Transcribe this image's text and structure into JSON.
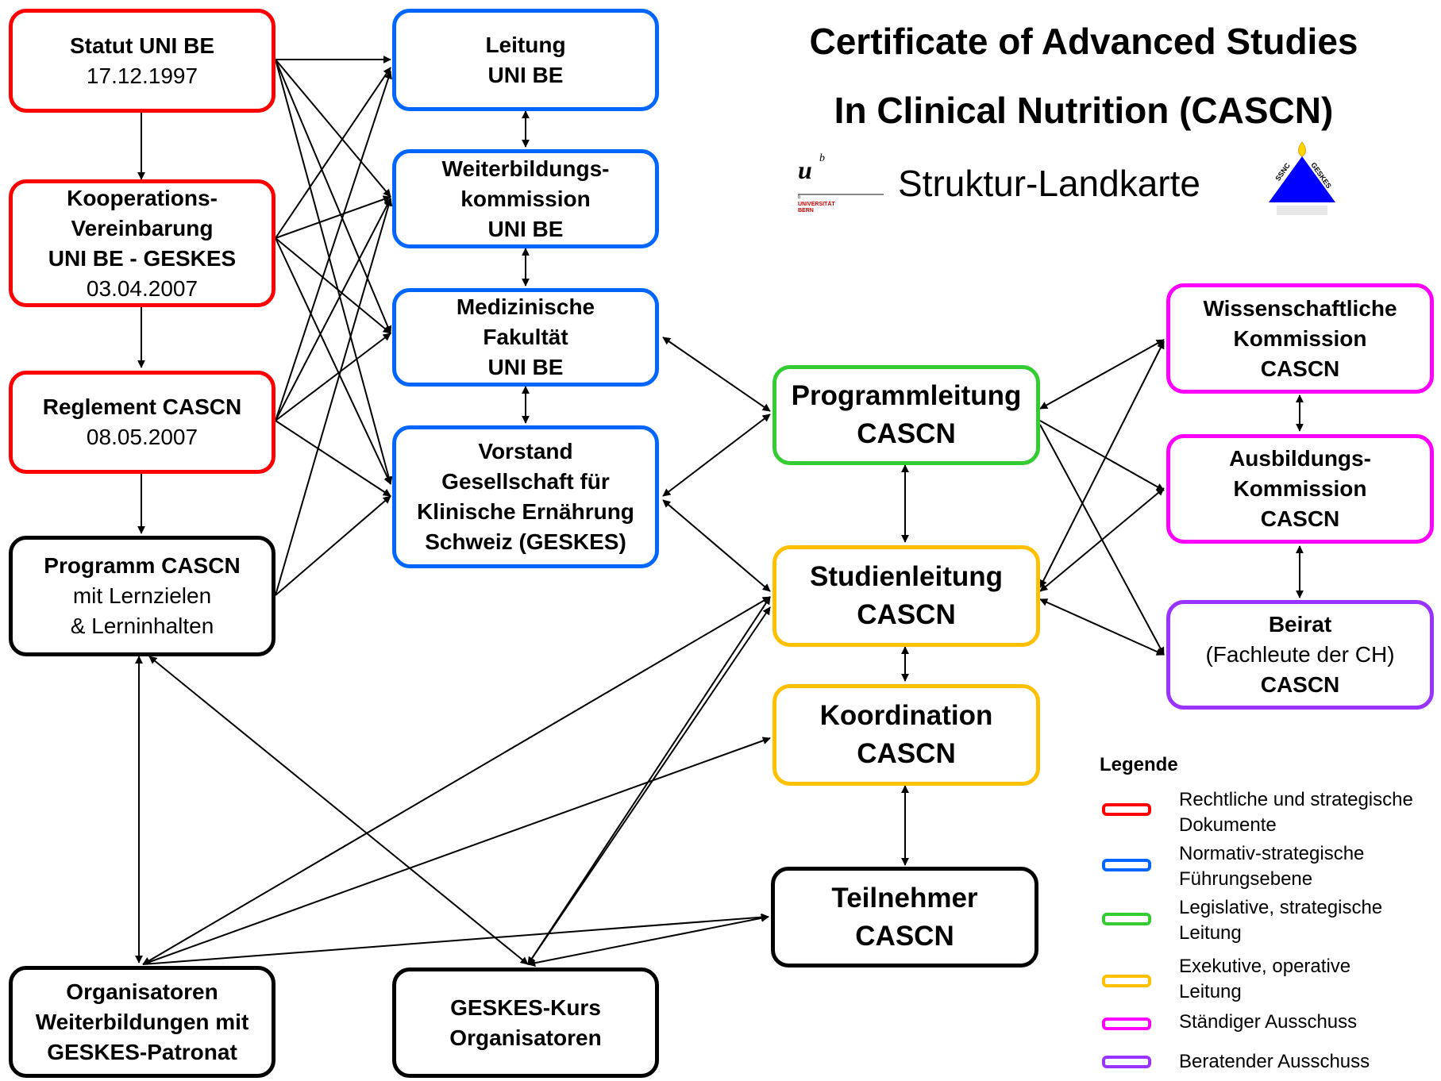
{
  "header": {
    "title_line1": "Certificate of Advanced Studies",
    "title_line2": "In Clinical Nutrition (CASCN)",
    "subtitle": "Struktur-Landkarte",
    "unibe_logo": {
      "letter": "u",
      "superscript": "b",
      "small_b": "b",
      "text_line1": "UNIVERSITÄT",
      "text_line2": "BERN"
    },
    "geskes_logo": {
      "left_text": "SSNC",
      "right_text": "GESKES",
      "triangle_color": "#0000ff",
      "flame_color": "#ffd700"
    }
  },
  "colors": {
    "red": "#ff0000",
    "blue": "#0066ff",
    "green": "#33cc33",
    "yellow": "#ffc000",
    "magenta": "#ff00ff",
    "purple": "#9933ff",
    "black": "#000000"
  },
  "nodes": {
    "statut": {
      "lines": [
        "Statut UNI BE",
        "17.12.1997"
      ]
    },
    "kooperation": {
      "lines": [
        "Kooperations-",
        "Vereinbarung",
        "UNI BE - GESKES",
        "03.04.2007"
      ]
    },
    "reglement": {
      "lines": [
        "Reglement CASCN",
        "08.05.2007"
      ]
    },
    "programm": {
      "lines": [
        "Programm CASCN",
        "mit Lernzielen",
        "& Lerninhalten"
      ]
    },
    "leitung": {
      "lines": [
        "Leitung",
        "UNI BE"
      ]
    },
    "weiterbildung": {
      "lines": [
        "Weiterbildungs-",
        "kommission",
        "UNI BE"
      ]
    },
    "medizin": {
      "lines": [
        "Medizinische",
        "Fakultät",
        "UNI BE"
      ]
    },
    "vorstand": {
      "lines": [
        "Vorstand",
        "Gesellschaft für",
        "Klinische Ernährung",
        "Schweiz (GESKES)"
      ]
    },
    "programmleitung": {
      "lines": [
        "Programmleitung",
        "CASCN"
      ]
    },
    "studienleitung": {
      "lines": [
        "Studienleitung",
        "CASCN"
      ]
    },
    "koordination": {
      "lines": [
        "Koordination",
        "CASCN"
      ]
    },
    "teilnehmer": {
      "lines": [
        "Teilnehmer",
        "CASCN"
      ]
    },
    "wissenschaft": {
      "lines": [
        "Wissenschaftliche",
        "Kommission",
        "CASCN"
      ]
    },
    "ausbildung": {
      "lines": [
        "Ausbildungs-",
        "Kommission",
        "CASCN"
      ]
    },
    "beirat": {
      "lines": [
        "Beirat",
        "(Fachleute der CH)",
        "CASCN"
      ]
    },
    "organisatoren": {
      "lines": [
        "Organisatoren",
        "Weiterbildungen mit",
        "GESKES-Patronat"
      ]
    },
    "kursorg": {
      "lines": [
        "GESKES-Kurs",
        "Organisatoren"
      ]
    }
  },
  "legend": {
    "title": "Legende",
    "items": [
      {
        "color": "#ff0000",
        "label": "Rechtliche und strategische Dokumente"
      },
      {
        "color": "#0066ff",
        "label": "Normativ-strategische Führungsebene"
      },
      {
        "color": "#33cc33",
        "label": "Legislative, strategische Leitung"
      },
      {
        "color": "#ffc000",
        "label": "Exekutive, operative Leitung"
      },
      {
        "color": "#ff00ff",
        "label": "Ständiger Ausschuss"
      },
      {
        "color": "#9933ff",
        "label": "Beratender Ausschuss"
      }
    ]
  }
}
